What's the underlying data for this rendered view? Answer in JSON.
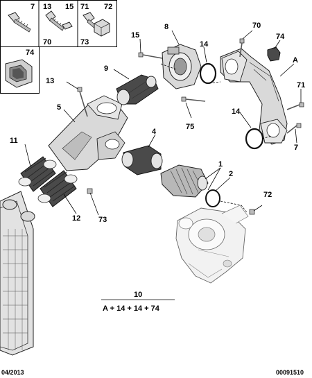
{
  "hardware_box": {
    "col1": {
      "top": "7"
    },
    "col2": {
      "top": "13",
      "top_right": "15",
      "bottom": "70"
    },
    "col3": {
      "top": "71",
      "top_right": "72",
      "bottom": "73"
    },
    "inset": {
      "label": "74"
    }
  },
  "callouts": {
    "c1": "1",
    "c2": "2",
    "c4": "4",
    "c5": "5",
    "c7": "7",
    "c8": "8",
    "c9": "9",
    "c11": "11",
    "c12": "12",
    "c13": "13",
    "c14a": "14",
    "c14b": "14",
    "c15": "15",
    "c70": "70",
    "c71": "71",
    "c72": "72",
    "c73": "73",
    "c74": "74",
    "c75": "75",
    "cA": "A"
  },
  "kit": {
    "number": "10",
    "formula": "A + 14 + 14 + 74"
  },
  "footer": {
    "date": "04/2013",
    "ref": "00091510"
  }
}
